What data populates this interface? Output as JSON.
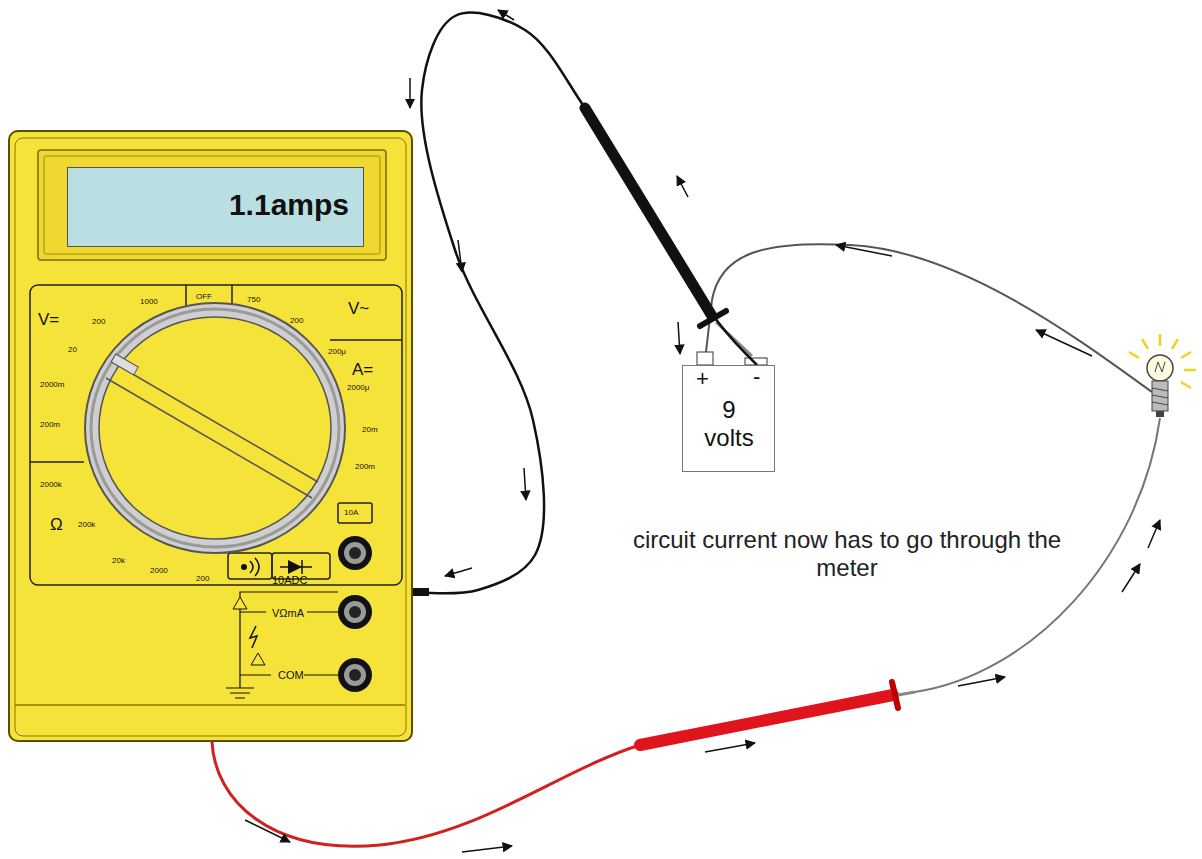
{
  "diagram": {
    "nodes": [
      {
        "text": [
          "10ADC",
          "VΩmA",
          "COM"
        ]
      },
      {
        "text": [
          "1.1amps"
        ],
        "in": 0
      },
      {
        "text": [
          "+",
          "-",
          "9 volts"
        ]
      }
    ],
    "edges": [
      {
        "from": 2,
        "to": 0,
        "arrow": "none"
      }
    ],
    "labels": [
      "V=",
      "1000",
      "200",
      "20",
      "2000m",
      "200m",
      "OFF",
      "750",
      "200",
      "V~",
      "A=",
      "200μ",
      "2000μ",
      "20m",
      "200m",
      "10A",
      "2000k",
      "Ω",
      "200k",
      "20k",
      "2000",
      "200",
      "circuit current now has to go through the meter"
    ]
  }
}
